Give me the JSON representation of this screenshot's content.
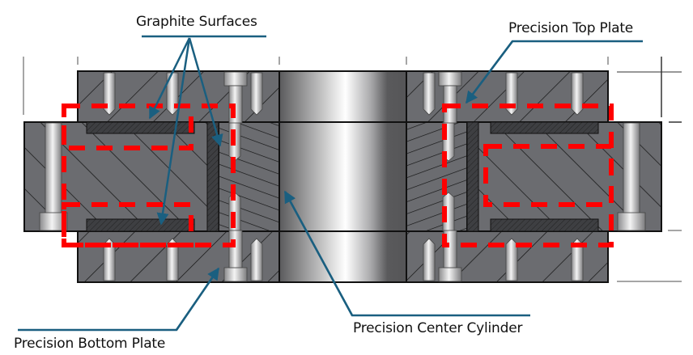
{
  "diagram": {
    "title": "Precision fixture cross-section",
    "labels": {
      "graphite_surfaces": "Graphite Surfaces",
      "precision_top_plate": "Precision Top Plate",
      "precision_bottom_plate": "Precision Bottom Plate",
      "precision_center_cylinder": "Precision Center Cylinder"
    },
    "colors": {
      "leader": "#1a5f80",
      "highlight_dash": "#ff0000",
      "body_fill": "#6b6c70",
      "graphite_fill": "#3e3f42",
      "outline": "#111111"
    },
    "components": [
      "precision-top-plate",
      "precision-bottom-plate",
      "precision-center-cylinder",
      "left-ring-block",
      "right-ring-block",
      "graphite-surface-top-left",
      "graphite-surface-bottom-left",
      "graphite-surface-inner-left",
      "graphite-surface-top-right",
      "graphite-surface-bottom-right",
      "graphite-surface-inner-right",
      "bolts",
      "dowel-pins"
    ]
  }
}
